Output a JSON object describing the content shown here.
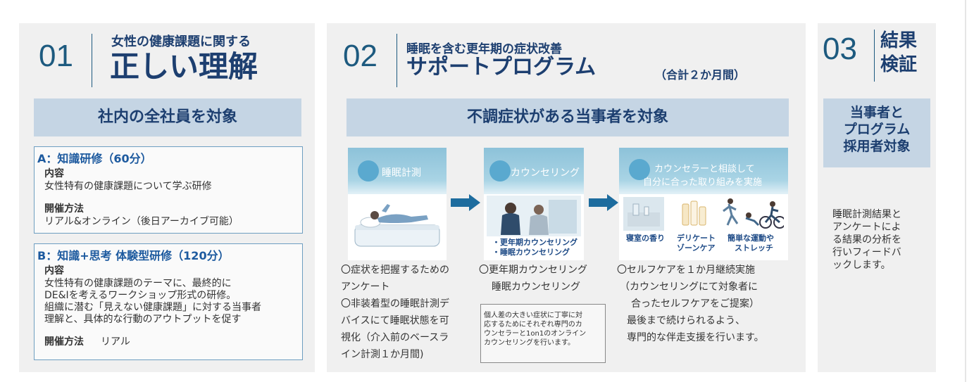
{
  "col1": {
    "number": "01",
    "subtitle": "女性の健康課題に関する",
    "title": "正しい理解",
    "band": "社内の全社員を対象",
    "a": {
      "heading": "A：知識研修（60分）",
      "content_label": "内容",
      "content_text": "女性特有の健康課題について学ぶ研修",
      "method_label": "開催方法",
      "method_text": "リアル&オンライン（後日アーカイブ可能）"
    },
    "b": {
      "heading": "B：知識+思考 体験型研修（120分）",
      "content_label": "内容",
      "content_lines": [
        "女性特有の健康課題のテーマに、最終的に",
        "DE&Iを考えるワークショップ形式の研修。",
        "組織に潜む「見えない健康課題」に対する当事者",
        "理解と、具体的な行動のアウトプットを促す"
      ],
      "method_label": "開催方法",
      "method_text": "リアル"
    }
  },
  "col2": {
    "number": "02",
    "subtitle": "睡眠を含む更年期の症状改善",
    "title": "サポートプログラム",
    "duration": "（合計２か月間）",
    "band": "不調症状がある当事者を対象",
    "card1": {
      "title": "睡眠計測",
      "desc_lines": [
        "〇症状を把握するための",
        "アンケート",
        "〇非装着型の睡眠計測デ",
        "バイスにて睡眠状態を可",
        "視化（介入前のベースラ",
        "イン計測１か月間)"
      ]
    },
    "card2": {
      "title": "カウンセリング",
      "caption_lines": [
        "・更年期カウンセリング",
        "・睡眠カウンセリング"
      ],
      "desc_lines": [
        "〇更年期カウンセリング",
        "睡眠カウンセリング"
      ],
      "note_lines": [
        "個人差の大きい症状に丁寧に対",
        "応するためにそれぞれ専門のカ",
        "ウンセラーと1on1のオンライン",
        "カウンセリングを行います。"
      ]
    },
    "card3": {
      "title_lines": [
        "カウンセラーと相談して",
        "自分に合った取り組みを実施"
      ],
      "labels": [
        {
          "lines": [
            "寝室の香り"
          ]
        },
        {
          "lines": [
            "デリケート",
            "ゾーンケア"
          ]
        },
        {
          "lines": [
            "簡単な運動や",
            "ストレッチ"
          ]
        }
      ],
      "desc_lines": [
        "〇セルフケアを１か月継続実施",
        "（カウンセリングにて対象者に",
        "合ったセルフケアをご提案）",
        "最後まで続けられるよう、",
        "専門的な伴走支援を行います。"
      ]
    }
  },
  "col3": {
    "number": "03",
    "title_lines": [
      "結果",
      "検証"
    ],
    "band_lines": [
      "当事者と",
      "プログラム",
      "採用者対象"
    ],
    "desc_lines": [
      "睡眠計測結果と",
      "アンケートによ",
      "る結果の分析を",
      "行いフィードバ",
      "ックします。"
    ]
  },
  "colors": {
    "accent": "#1d5a7f",
    "heading": "#1d3f70",
    "band": "#c5d5e4",
    "panel": "#f0f0f0",
    "arrow": "#1d6c9e"
  }
}
